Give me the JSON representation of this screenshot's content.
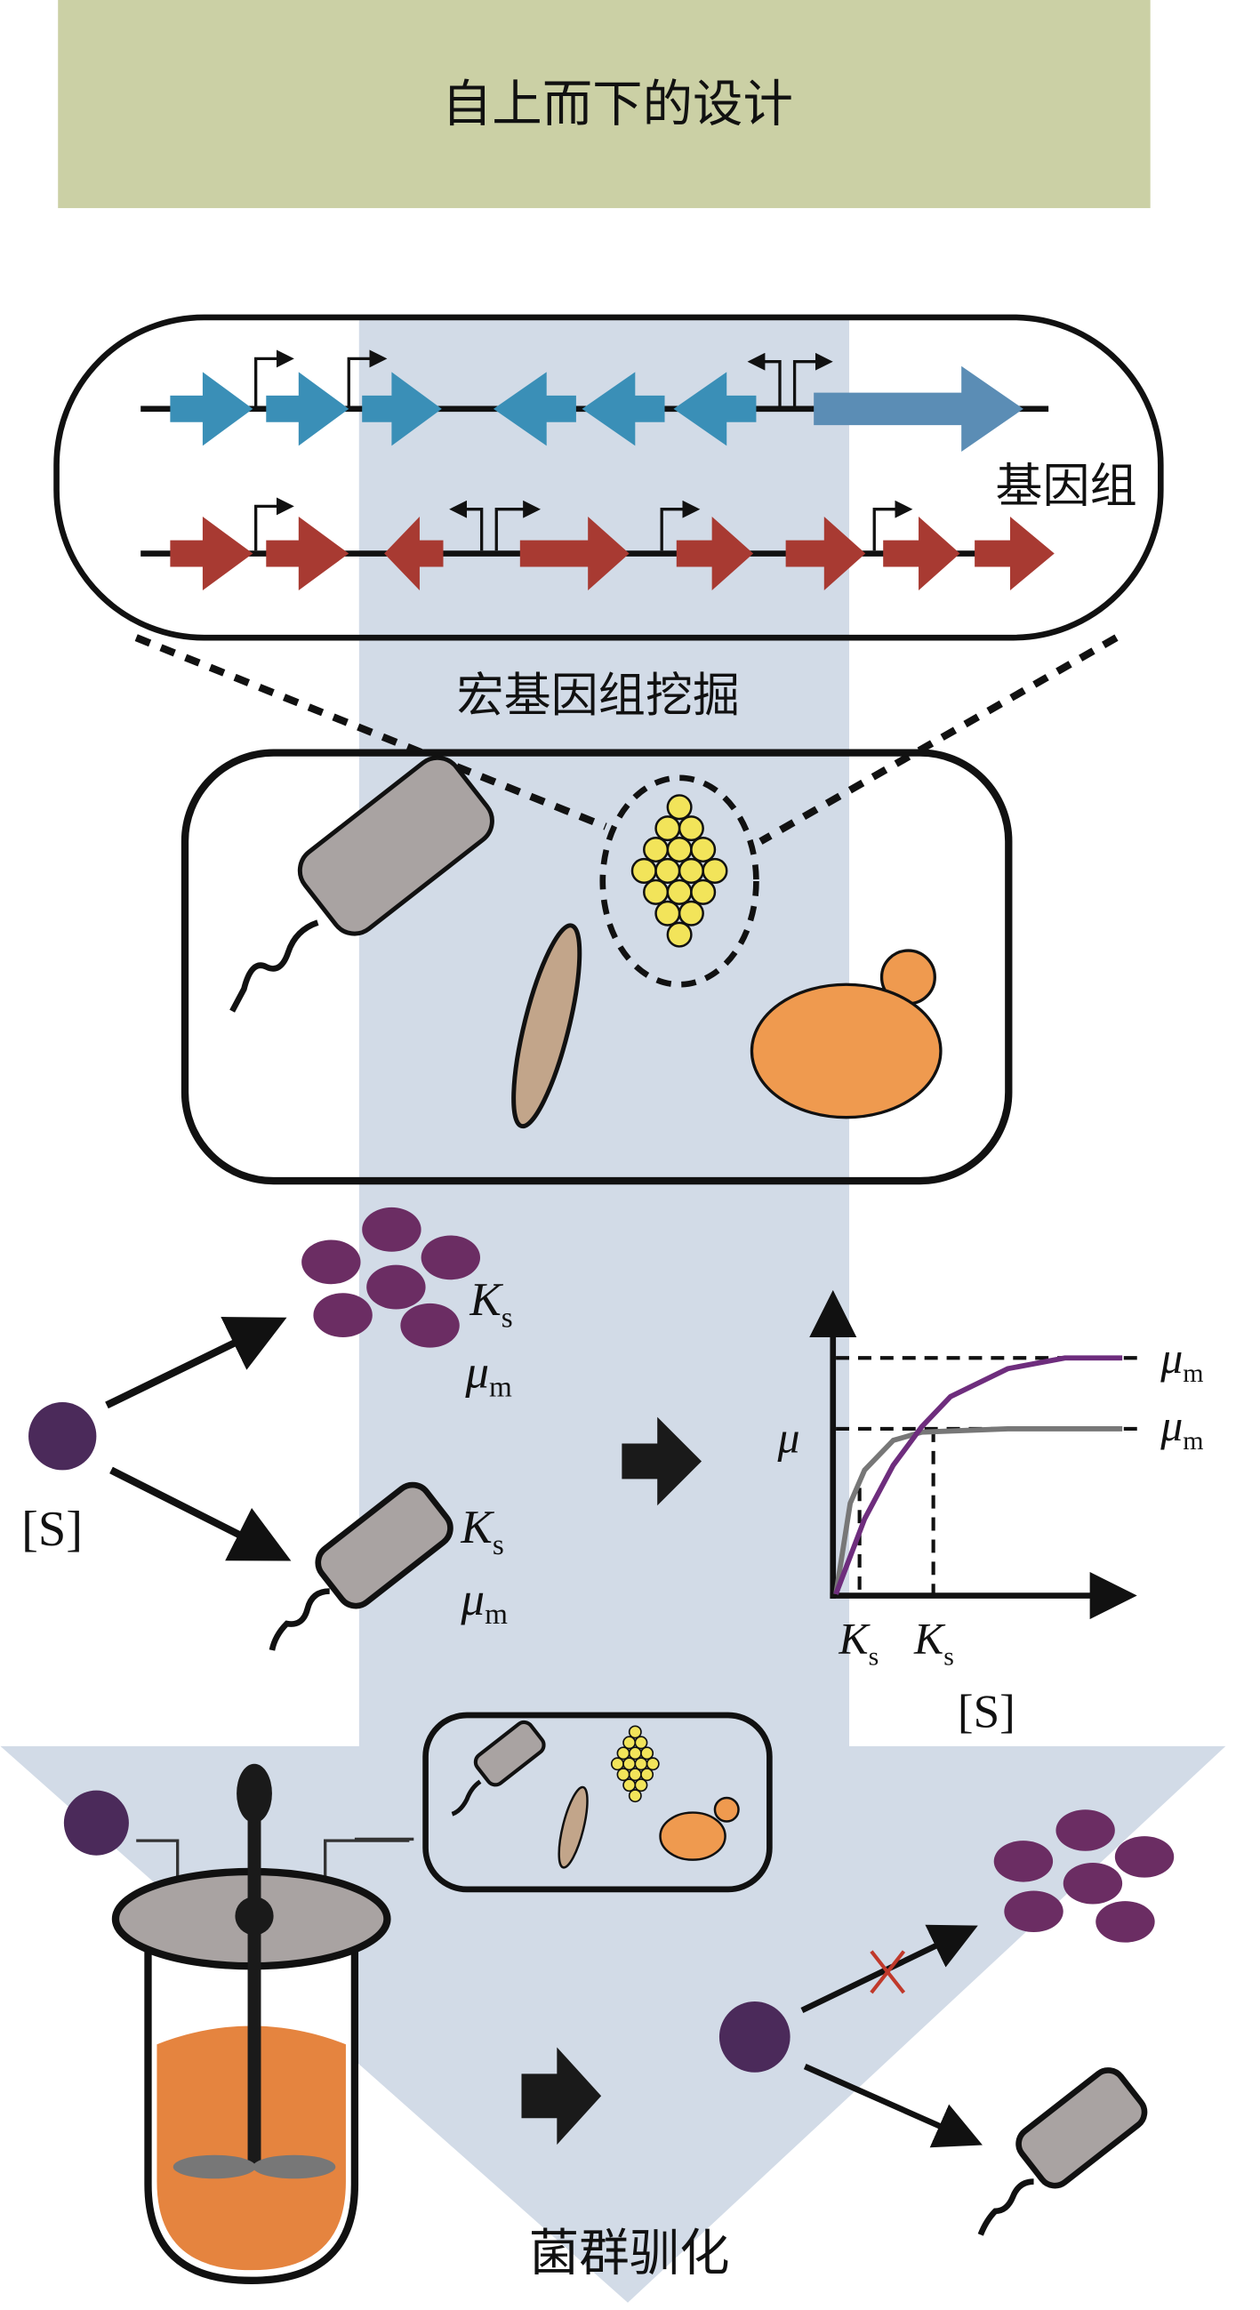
{
  "header": {
    "title": "自上而下的设计",
    "bg_color": "#cbd0a5"
  },
  "genome": {
    "label": "基因组",
    "row1_color": "#3a8fb7",
    "row2_color": "#a83a32"
  },
  "metagenome": {
    "label": "宏基因组挖掘"
  },
  "kinetics": {
    "substrate_label": "[S]",
    "organism1": {
      "ks": "K",
      "ks_sub": "s",
      "mu": "μ",
      "mu_sub": "m"
    },
    "organism2": {
      "ks": "K",
      "ks_sub": "s",
      "mu": "μ",
      "mu_sub": "m"
    }
  },
  "chart_data": {
    "type": "line",
    "title": "",
    "xlabel": "[S]",
    "ylabel": "μ",
    "xticks": [
      "Ks",
      "Ks"
    ],
    "series": [
      {
        "name": "organism-gray (low Ks, low μm)",
        "color": "#777777",
        "label": "μm",
        "x": [
          0,
          0.5,
          1,
          2,
          3,
          6,
          10
        ],
        "y": [
          0,
          0.55,
          0.75,
          0.93,
          0.98,
          1.0,
          1.0
        ]
      },
      {
        "name": "organism-purple (high Ks, high μm)",
        "color": "#6e2d7d",
        "label": "μm",
        "x": [
          0,
          1,
          2,
          3,
          4,
          6,
          8,
          10
        ],
        "y": [
          0,
          0.35,
          0.6,
          0.78,
          0.92,
          1.05,
          1.1,
          1.1
        ]
      }
    ],
    "annotations": [
      "μm",
      "μm",
      "Ks",
      "Ks"
    ],
    "grid": false
  },
  "enrichment": {
    "label": "菌群驯化"
  },
  "colors": {
    "band": "#d2dbe7",
    "purple": "#6b2d63",
    "dark_purple": "#4b2a5a",
    "gray_cell": "#a9a3a2",
    "yeast": "#ef9a4f",
    "rod": "#c2a58a",
    "coccus": "#f2e45a",
    "broth": "#e5843f",
    "cross": "#c0392b"
  }
}
